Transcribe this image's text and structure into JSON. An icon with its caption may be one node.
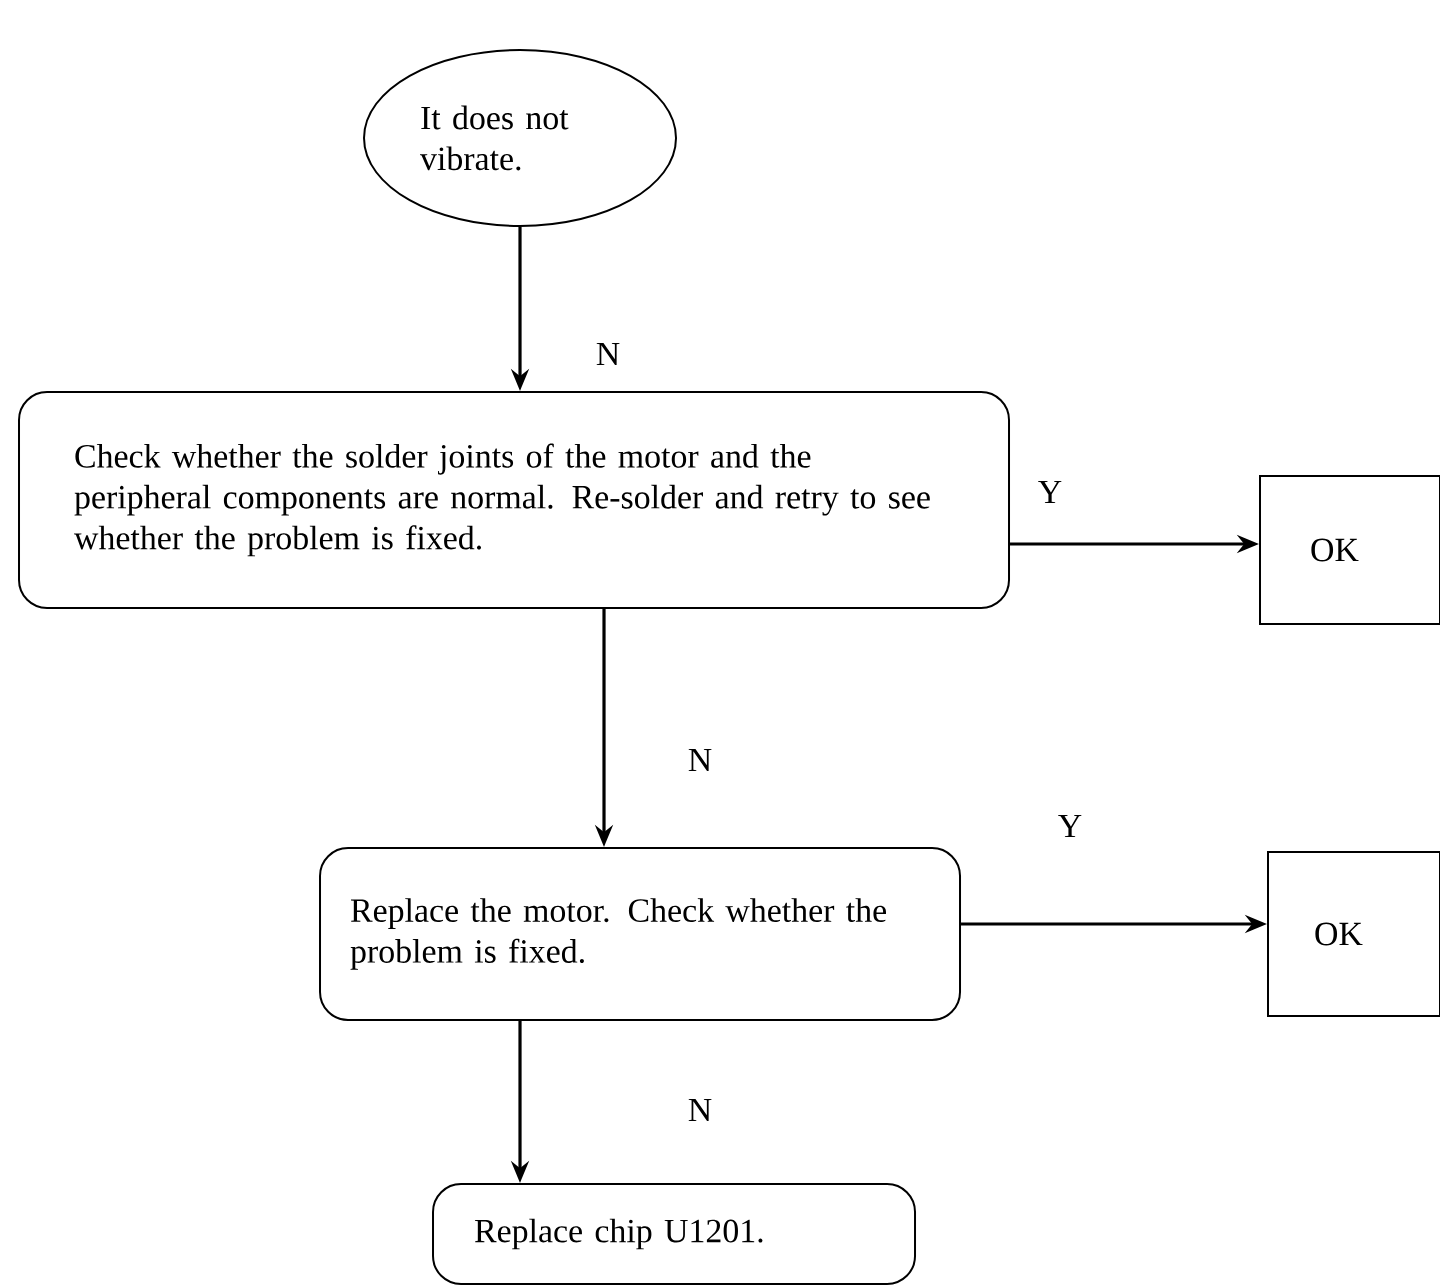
{
  "diagram": {
    "nodes": [
      {
        "text": [
          "It does not vibrate."
        ]
      },
      {
        "text": [
          "Check whether the solder joints of the motor and the peripheral components are normal. Re-solder and retry to see whether the problem is fixed."
        ]
      },
      {
        "text": [
          "OK"
        ]
      },
      {
        "text": [
          "Replace the motor. Check whether the problem is fixed."
        ]
      },
      {
        "text": [
          "OK"
        ]
      },
      {
        "text": [
          "Replace chip U1201."
        ]
      }
    ],
    "edges": [
      {
        "from": 0,
        "to": 1,
        "arrow": "to",
        "label": "N"
      },
      {
        "from": 1,
        "to": 2,
        "arrow": "to",
        "label": "Y"
      },
      {
        "from": 1,
        "to": 3,
        "arrow": "to",
        "label": "N"
      },
      {
        "from": 3,
        "to": 4,
        "arrow": "to",
        "label": "Y"
      },
      {
        "from": 3,
        "to": 5,
        "arrow": "to",
        "label": "N"
      }
    ]
  }
}
